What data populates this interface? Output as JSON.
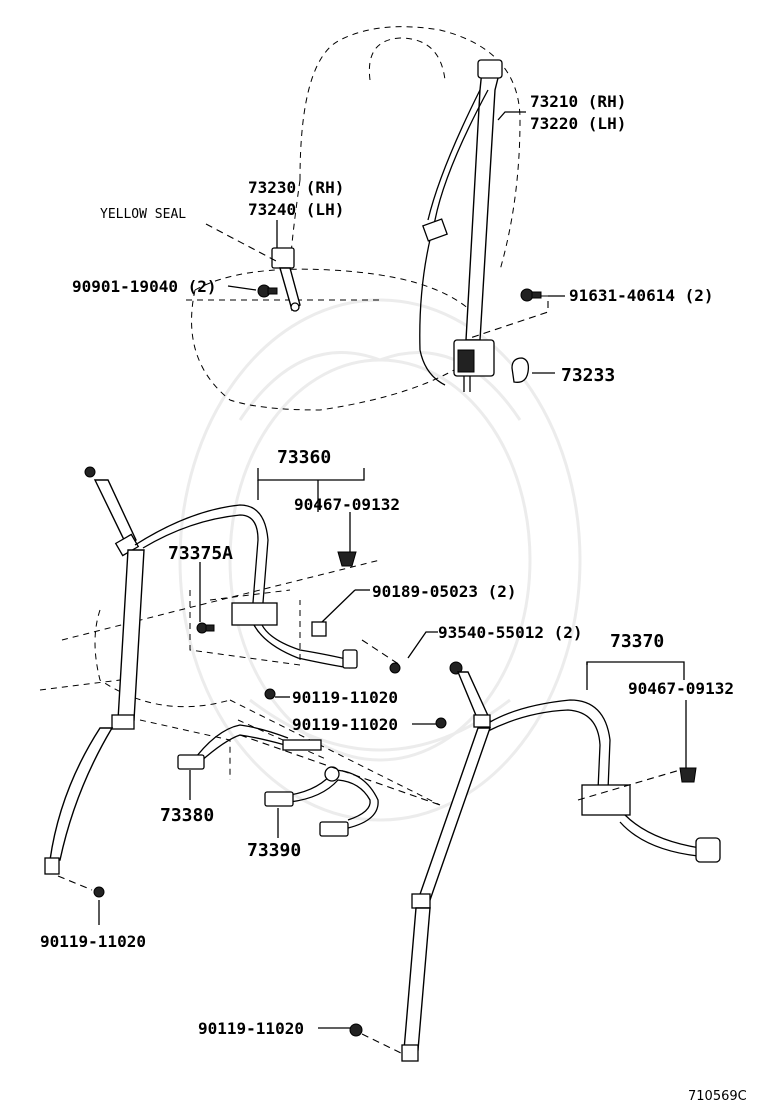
{
  "labels": {
    "p73210": "73210 (RH)",
    "p73220": "73220 (LH)",
    "p73230": "73230 (RH)",
    "p73240": "73240 (LH)",
    "yellow_seal": "YELLOW SEAL",
    "p90901": "90901-19040 (2)",
    "p91631": "91631-40614 (2)",
    "p73233": "73233",
    "p73360": "73360",
    "p90467_a": "90467-09132",
    "p73375a": "73375A",
    "p90189": "90189-05023 (2)",
    "p93540": "93540-55012 (2)",
    "p73370": "73370",
    "p90467_b": "90467-09132",
    "p90119_a": "90119-11020",
    "p90119_b": "90119-11020",
    "p73380": "73380",
    "p73390": "73390",
    "p90119_c": "90119-11020",
    "p90119_d": "90119-11020",
    "figure_id": "710569C"
  }
}
